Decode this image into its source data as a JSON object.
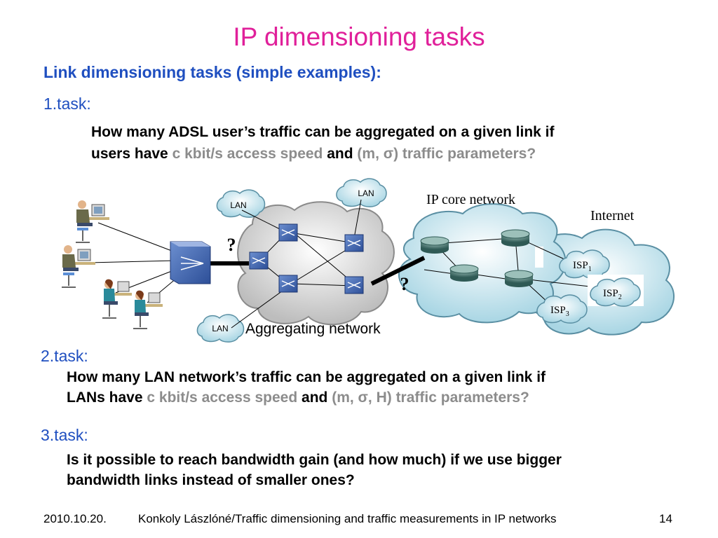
{
  "title": "IP dimensioning tasks",
  "subtitle": "Link dimensioning tasks (simple examples):",
  "task1": {
    "label": "1.task:",
    "line1": "How many ADSL user’s traffic can be aggregated on a given link if",
    "line2_a": "users have ",
    "line2_b": "c kbit/s access speed",
    "line2_c": " and ",
    "line2_d": "(m, σ) traffic parameters?"
  },
  "task2": {
    "label": "2.task:",
    "line1": "How many LAN network’s traffic can be aggregated on a given link if",
    "line2_a": "LANs have ",
    "line2_b": "c kbit/s access speed",
    "line2_c": " and ",
    "line2_d": "(m, σ, H) traffic parameters?"
  },
  "task3": {
    "label": "3.task:",
    "line1": "Is it possible to reach bandwidth gain (and how much) if we use bigger",
    "line2": "bandwidth links instead of smaller ones?"
  },
  "diagram": {
    "lan_label": "LAN",
    "question_mark": "?",
    "aggregating_label": "Aggregating network",
    "ip_core_label": "IP core network",
    "internet_label": "Internet",
    "isp_prefix": "ISP",
    "isp1_sub": "1",
    "isp2_sub": "2",
    "isp3_sub": "3"
  },
  "footer": {
    "date": "2010.10.20.",
    "author_title": "Konkoly Lászlóné/Traffic dimensioning and traffic measurements in IP networks",
    "page": "14"
  }
}
